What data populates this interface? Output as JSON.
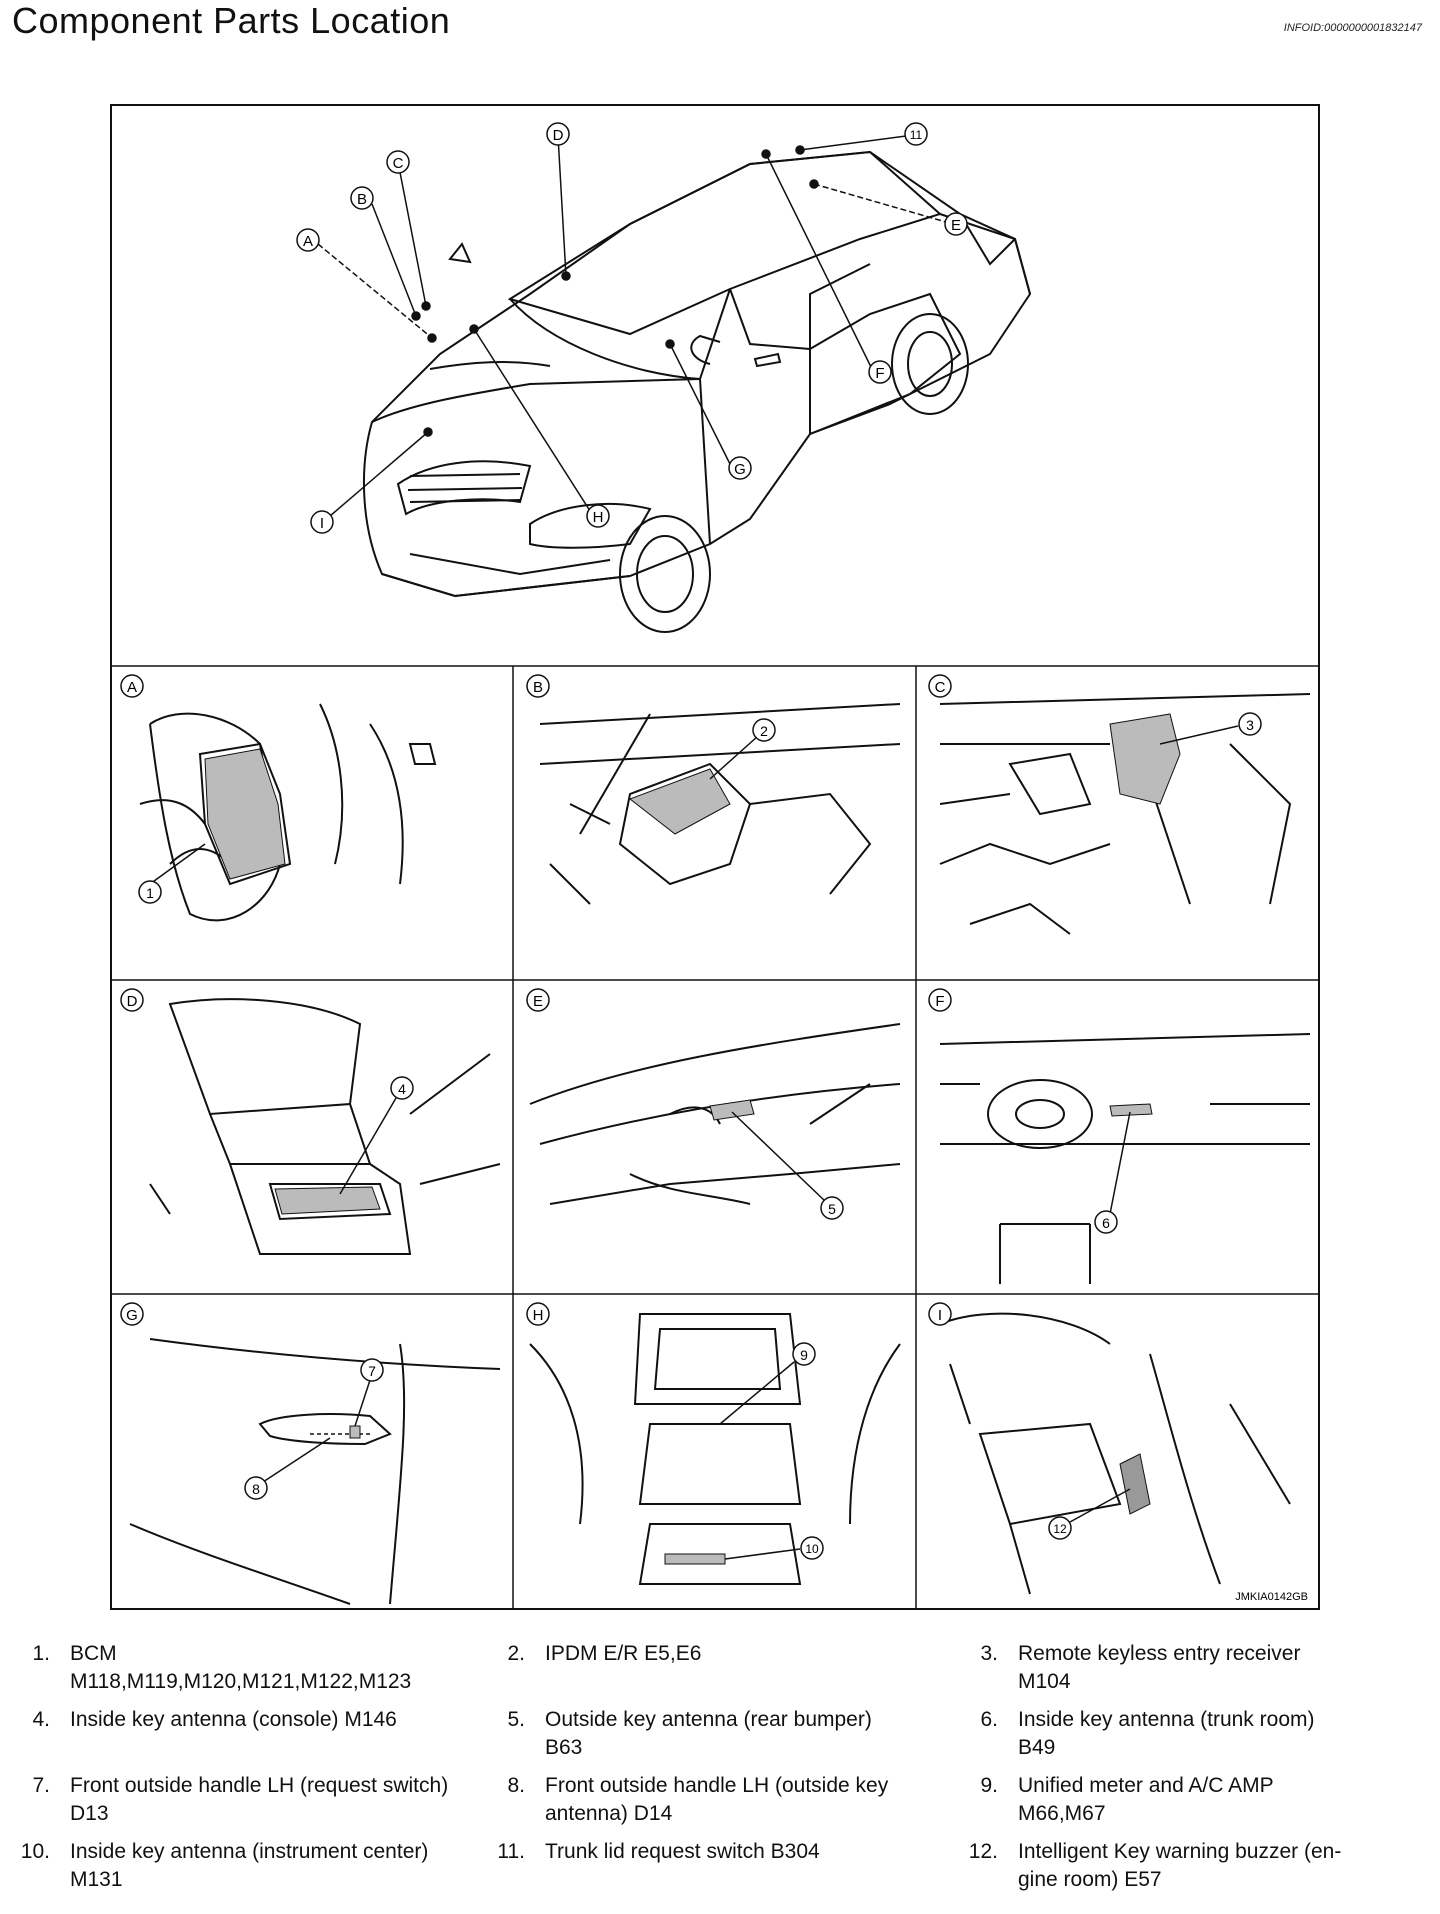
{
  "header": {
    "title": "Component Parts Location",
    "infoid": "INFOID:0000000001832147"
  },
  "figure": {
    "code": "JMKIA0142GB",
    "location_letters": [
      "A",
      "B",
      "C",
      "D",
      "E",
      "F",
      "G",
      "H",
      "I"
    ],
    "panel_labels": [
      "A",
      "B",
      "C",
      "D",
      "E",
      "F",
      "G",
      "H",
      "I"
    ],
    "callouts": {
      "p1": "1",
      "p2": "2",
      "p3": "3",
      "p4": "4",
      "p5": "5",
      "p6": "6",
      "p7": "7",
      "p8": "8",
      "p9": "9",
      "p10": "10",
      "p11": "11",
      "p12": "12"
    }
  },
  "legend": [
    {
      "num": "1.",
      "lines": [
        "BCM",
        "M118,M119,M120,M121,M122,M123"
      ]
    },
    {
      "num": "2.",
      "lines": [
        "IPDM E/R E5,E6"
      ]
    },
    {
      "num": "3.",
      "lines": [
        "Remote keyless entry receiver",
        "M104"
      ]
    },
    {
      "num": "4.",
      "lines": [
        "Inside key antenna (console) M146"
      ]
    },
    {
      "num": "5.",
      "lines": [
        "Outside key antenna (rear bumper)",
        "B63"
      ]
    },
    {
      "num": "6.",
      "lines": [
        "Inside key antenna (trunk room)",
        "B49"
      ]
    },
    {
      "num": "7.",
      "lines": [
        "Front outside handle LH (request switch)",
        "D13"
      ]
    },
    {
      "num": "8.",
      "lines": [
        "Front outside handle LH (outside key",
        "antenna) D14"
      ]
    },
    {
      "num": "9.",
      "lines": [
        "Unified meter and A/C AMP",
        "M66,M67"
      ]
    },
    {
      "num": "10.",
      "lines": [
        "Inside key antenna (instrument center)",
        "M131"
      ]
    },
    {
      "num": "11.",
      "lines": [
        "Trunk lid request switch B304"
      ]
    },
    {
      "num": "12.",
      "lines": [
        "Intelligent Key warning buzzer (en-",
        "gine room) E57"
      ]
    }
  ]
}
